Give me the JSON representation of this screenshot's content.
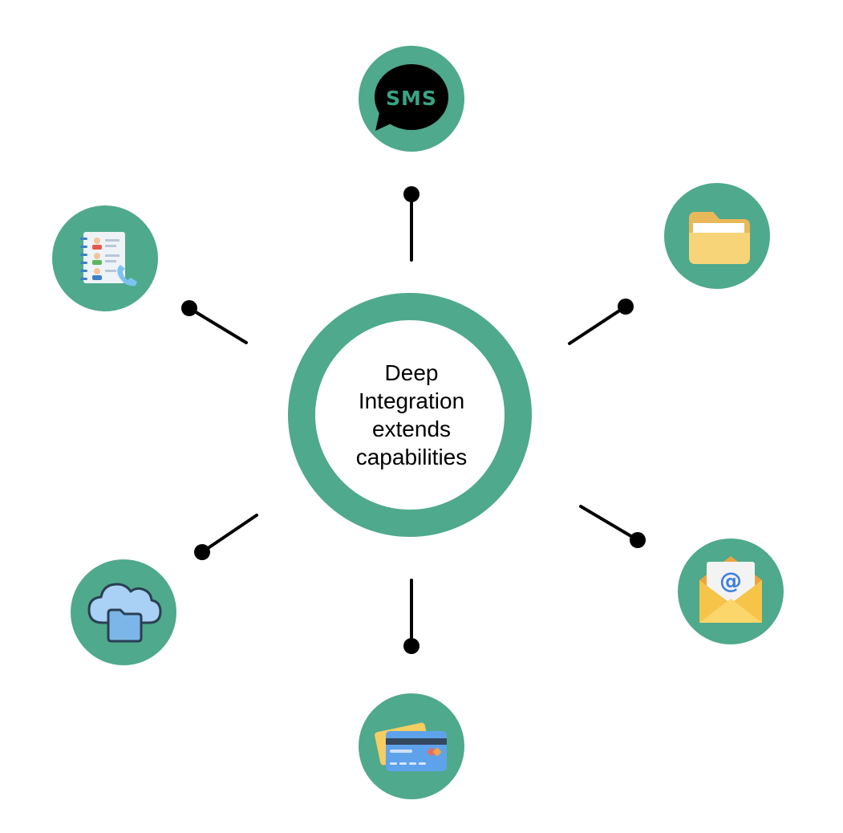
{
  "hub": {
    "lines": [
      "Deep",
      "Integration",
      "extends",
      "capabilities"
    ]
  },
  "sms_label": "SMS",
  "email_symbol": "@",
  "icons": [
    "sms-icon",
    "folder-icon",
    "email-icon",
    "credit-card-icon",
    "cloud-folder-icon",
    "contacts-phone-icon"
  ],
  "colors": {
    "accent": "#4fa98c",
    "connector": "#000000",
    "background": "#ffffff",
    "sms_text": "#3aa383"
  }
}
